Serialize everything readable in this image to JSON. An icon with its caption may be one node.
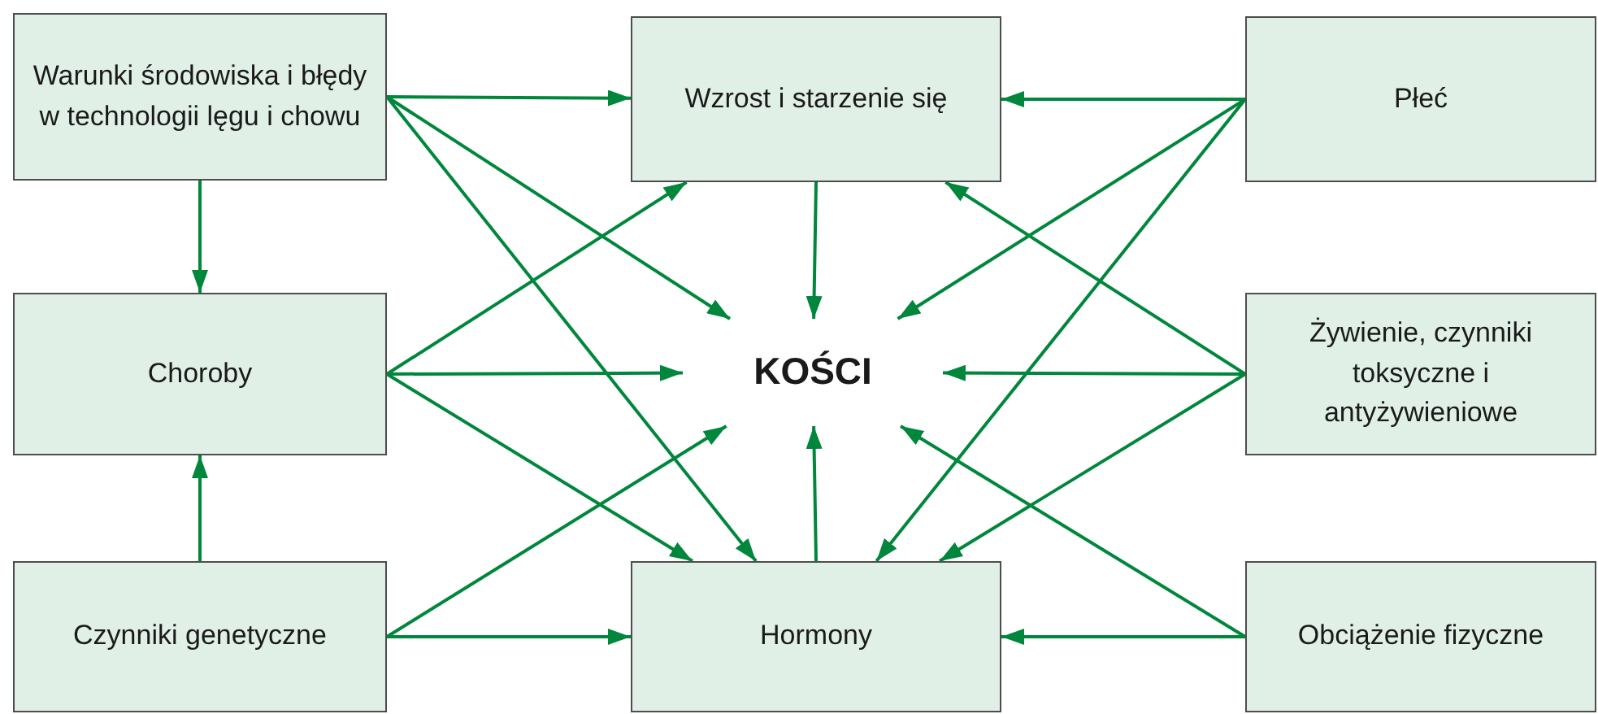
{
  "diagram": {
    "nodes": [
      {
        "text": [
          "Warunki środowiska i błędy w technologii lęgu i chowu"
        ]
      },
      {
        "text": [
          "Wzrost i starzenie się"
        ]
      },
      {
        "text": [
          "Płeć"
        ]
      },
      {
        "text": [
          "Choroby"
        ]
      },
      {
        "text": [
          "KOŚCI"
        ]
      },
      {
        "text": [
          "Żywienie, czynniki toksyczne i antyżywieniowe"
        ]
      },
      {
        "text": [
          "Czynniki genetyczne"
        ]
      },
      {
        "text": [
          "Hormony"
        ]
      },
      {
        "text": [
          "Obciążenie fizyczne"
        ]
      }
    ],
    "edges": [
      {
        "from": 0,
        "to": 1,
        "arrow": "to"
      },
      {
        "from": 0,
        "to": 4,
        "arrow": "to"
      },
      {
        "from": 0,
        "to": 7,
        "arrow": "to"
      },
      {
        "from": 0,
        "to": 3,
        "arrow": "to"
      },
      {
        "from": 2,
        "to": 1,
        "arrow": "to"
      },
      {
        "from": 2,
        "to": 4,
        "arrow": "to"
      },
      {
        "from": 2,
        "to": 7,
        "arrow": "to"
      },
      {
        "from": 1,
        "to": 4,
        "arrow": "to"
      },
      {
        "from": 3,
        "to": 1,
        "arrow": "to"
      },
      {
        "from": 3,
        "to": 4,
        "arrow": "to"
      },
      {
        "from": 3,
        "to": 7,
        "arrow": "to"
      },
      {
        "from": 5,
        "to": 1,
        "arrow": "to"
      },
      {
        "from": 5,
        "to": 4,
        "arrow": "to"
      },
      {
        "from": 5,
        "to": 7,
        "arrow": "to"
      },
      {
        "from": 6,
        "to": 3,
        "arrow": "to"
      },
      {
        "from": 6,
        "to": 4,
        "arrow": "to"
      },
      {
        "from": 6,
        "to": 7,
        "arrow": "to"
      },
      {
        "from": 7,
        "to": 4,
        "arrow": "to"
      },
      {
        "from": 8,
        "to": 4,
        "arrow": "to"
      },
      {
        "from": 8,
        "to": 7,
        "arrow": "to"
      }
    ]
  }
}
